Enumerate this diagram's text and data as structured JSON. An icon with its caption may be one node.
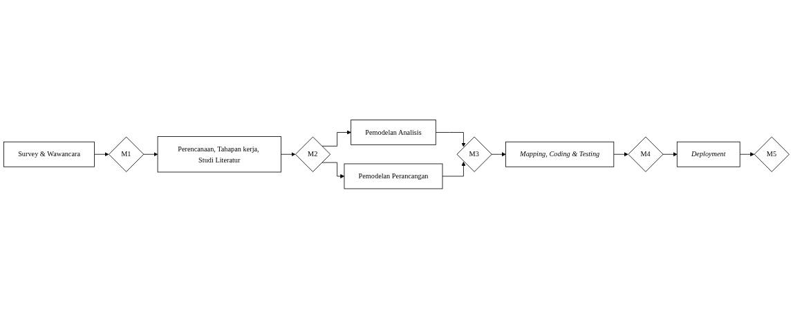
{
  "diagram": {
    "nodes": [
      {
        "text": [
          "Survey & Wawancara"
        ]
      },
      {
        "text": [
          "M1"
        ]
      },
      {
        "text": [
          "Perencanaan, Tahapan kerja, Studi Literatur"
        ]
      },
      {
        "text": [
          "M2"
        ]
      },
      {
        "text": [
          "Pemodelan Analisis"
        ]
      },
      {
        "text": [
          "Pemodelan Perancangan"
        ]
      },
      {
        "text": [
          "M3"
        ]
      },
      {
        "text": [
          "Mapping, Coding & Testing"
        ]
      },
      {
        "text": [
          "M4"
        ]
      },
      {
        "text": [
          "Deployment"
        ]
      },
      {
        "text": [
          "M5"
        ]
      }
    ],
    "edges": [
      {
        "from": 0,
        "to": 1,
        "arrow": "to"
      },
      {
        "from": 1,
        "to": 2,
        "arrow": "to"
      },
      {
        "from": 2,
        "to": 3,
        "arrow": "to"
      },
      {
        "from": 3,
        "to": 4,
        "arrow": "to"
      },
      {
        "from": 3,
        "to": 5,
        "arrow": "to"
      },
      {
        "from": 4,
        "to": 6,
        "arrow": "to"
      },
      {
        "from": 5,
        "to": 6,
        "arrow": "to"
      },
      {
        "from": 6,
        "to": 7,
        "arrow": "to"
      },
      {
        "from": 7,
        "to": 8,
        "arrow": "to"
      },
      {
        "from": 8,
        "to": 9,
        "arrow": "to"
      },
      {
        "from": 9,
        "to": 10,
        "arrow": "to"
      }
    ]
  }
}
